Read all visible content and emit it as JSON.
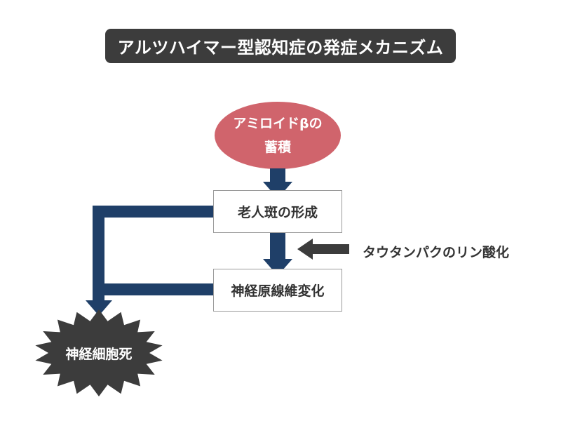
{
  "title": "アルツハイマー型認知症の発症メカニズム",
  "nodes": {
    "amyloid": {
      "line1": "アミロイドβの",
      "line2": "蓄積"
    },
    "plaque": "老人斑の形成",
    "tangle": "神経原線維変化",
    "death": "神経細胞死"
  },
  "side_label": "タウタンパクのリン酸化",
  "colors": {
    "title_bg": "#3c3c3c",
    "amyloid_fill": "#d0646c",
    "arrow": "#1f3f68",
    "death_fill": "#3c3c3c",
    "side_arrow": "#3c3c3c"
  }
}
